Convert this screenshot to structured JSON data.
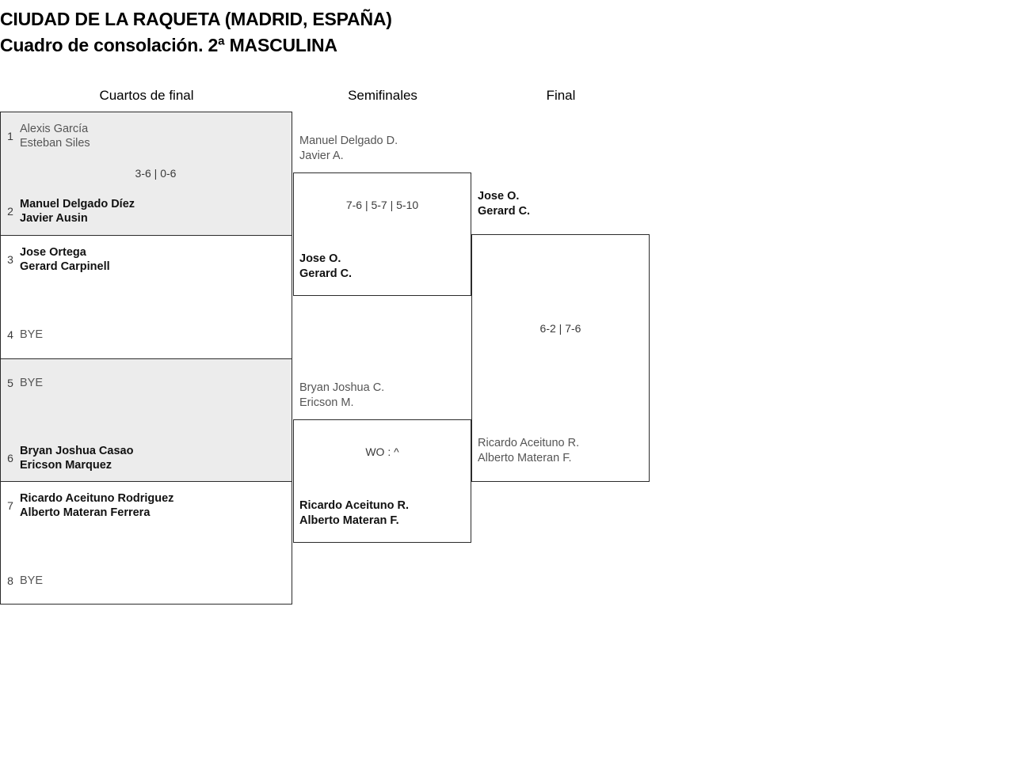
{
  "header": {
    "venue_line": "CIUDAD DE LA RAQUETA (MADRID, ESPAÑA)",
    "draw_line": "Cuadro de consolación. 2ª MASCULINA"
  },
  "rounds": {
    "quarterfinals_label": "Cuartos de final",
    "semifinals_label": "Semifinales",
    "final_label": "Final"
  },
  "colors": {
    "shaded_row": "#ececec",
    "border": "#2b2b2b",
    "winner_text": "#111111",
    "loser_text": "#555555"
  },
  "bracket": {
    "round1": [
      {
        "score": "3-6 | 0-6",
        "shaded": true,
        "top": {
          "seed": "1",
          "names": "Alexis García\nEsteban Siles",
          "result": "loser"
        },
        "bottom": {
          "seed": "2",
          "names": "Manuel Delgado Díez\nJavier Ausin",
          "result": "winner"
        }
      },
      {
        "score": "",
        "shaded": false,
        "top": {
          "seed": "3",
          "names": "Jose Ortega\nGerard Carpinell",
          "result": "winner"
        },
        "bottom": {
          "seed": "4",
          "names": "BYE",
          "result": "bye"
        }
      },
      {
        "score": "",
        "shaded": true,
        "top": {
          "seed": "5",
          "names": "BYE",
          "result": "bye"
        },
        "bottom": {
          "seed": "6",
          "names": "Bryan Joshua Casao\nEricson Marquez",
          "result": "winner"
        }
      },
      {
        "score": "",
        "shaded": false,
        "top": {
          "seed": "7",
          "names": "Ricardo Aceituno Rodriguez\nAlberto Materan Ferrera",
          "result": "winner"
        },
        "bottom": {
          "seed": "8",
          "names": "BYE",
          "result": "bye"
        }
      }
    ],
    "round2": [
      {
        "score": "7-6 | 5-7 | 5-10",
        "upper": {
          "names": "Manuel Delgado D.\nJavier A.",
          "result": "loser"
        },
        "lower": {
          "names": "Jose O.\nGerard C.",
          "result": "winner"
        }
      },
      {
        "score": "WO : ^",
        "upper": {
          "names": "Bryan Joshua C.\nEricson M.",
          "result": "loser"
        },
        "lower": {
          "names": "Ricardo Aceituno R.\nAlberto Materan F.",
          "result": "winner"
        }
      }
    ],
    "round3": {
      "score": "6-2 | 7-6",
      "upper": {
        "names": "Jose O.\nGerard C.",
        "result": "winner"
      },
      "lower": {
        "names": "Ricardo Aceituno R.\nAlberto Materan F.",
        "result": "loser"
      }
    }
  }
}
